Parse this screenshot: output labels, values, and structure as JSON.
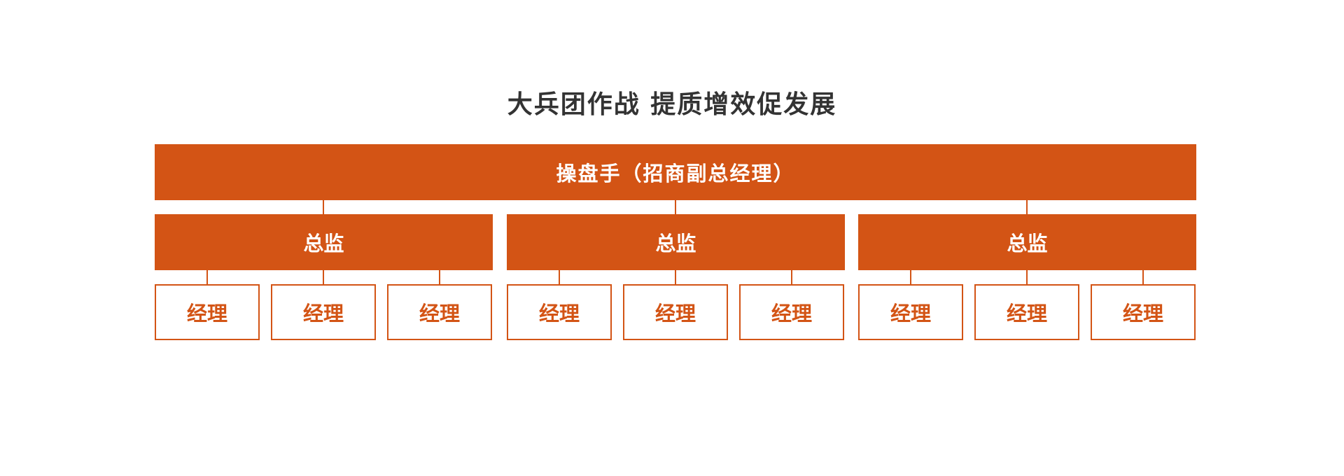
{
  "diagram": {
    "title": "大兵团作战 提质增效促发展",
    "top": {
      "label": "操盘手（招商副总经理）"
    },
    "directors": [
      {
        "label": "总监",
        "managers": [
          "经理",
          "经理",
          "经理"
        ]
      },
      {
        "label": "总监",
        "managers": [
          "经理",
          "经理",
          "经理"
        ]
      },
      {
        "label": "总监",
        "managers": [
          "经理",
          "经理",
          "经理"
        ]
      }
    ]
  },
  "colors": {
    "accent": "#d35415",
    "title_text": "#333333",
    "background": "#ffffff"
  }
}
